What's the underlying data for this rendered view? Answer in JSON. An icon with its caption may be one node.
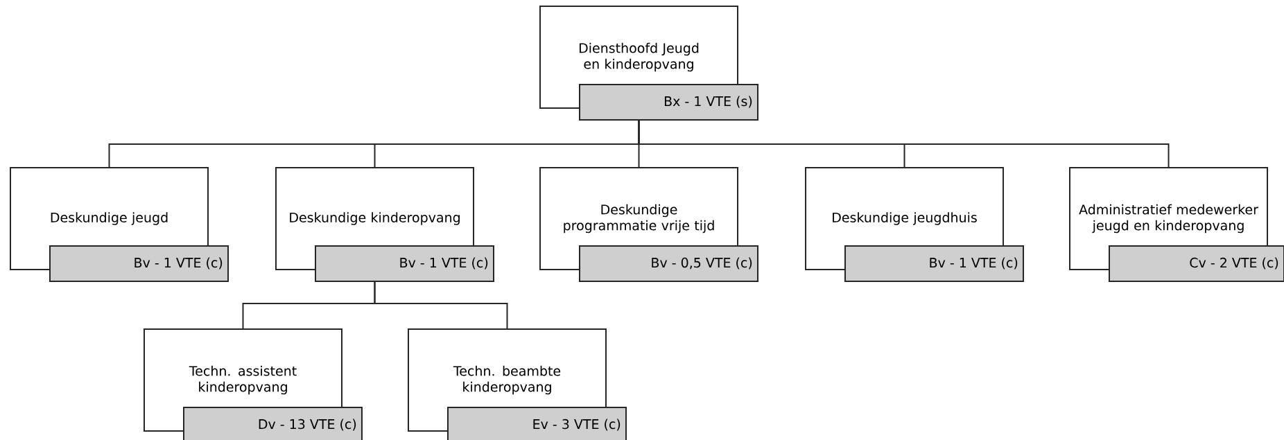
{
  "diagram": {
    "nodes": [
      {
        "text": [
          "Diensthoofd Jeugd en kinderopvang",
          "Bx - 1 VTE (s)"
        ]
      },
      {
        "text": [
          "Deskundige jeugd",
          "Bv - 1 VTE (c)"
        ]
      },
      {
        "text": [
          "Deskundige kinderopvang",
          "Bv - 1 VTE (c)"
        ]
      },
      {
        "text": [
          "Deskundige programmatie vrije tijd",
          "Bv - 0,5 VTE (c)"
        ]
      },
      {
        "text": [
          "Deskundige jeugdhuis",
          "Bv - 1 VTE (c)"
        ]
      },
      {
        "text": [
          "Administratief medewerker jeugd en kinderopvang",
          "Cv - 2 VTE (c)"
        ]
      },
      {
        "text": [
          "Techn. assistent kinderopvang",
          "Dv - 13 VTE (c)"
        ]
      },
      {
        "text": [
          "Techn. beambte kinderopvang",
          "Ev - 3 VTE (c)"
        ]
      }
    ],
    "edges": [
      {
        "from": 0,
        "to": 1,
        "arrow": "none"
      },
      {
        "from": 0,
        "to": 2,
        "arrow": "none"
      },
      {
        "from": 0,
        "to": 3,
        "arrow": "none"
      },
      {
        "from": 0,
        "to": 4,
        "arrow": "none"
      },
      {
        "from": 0,
        "to": 5,
        "arrow": "none"
      },
      {
        "from": 2,
        "to": 6,
        "arrow": "none"
      },
      {
        "from": 2,
        "to": 7,
        "arrow": "none"
      }
    ]
  }
}
